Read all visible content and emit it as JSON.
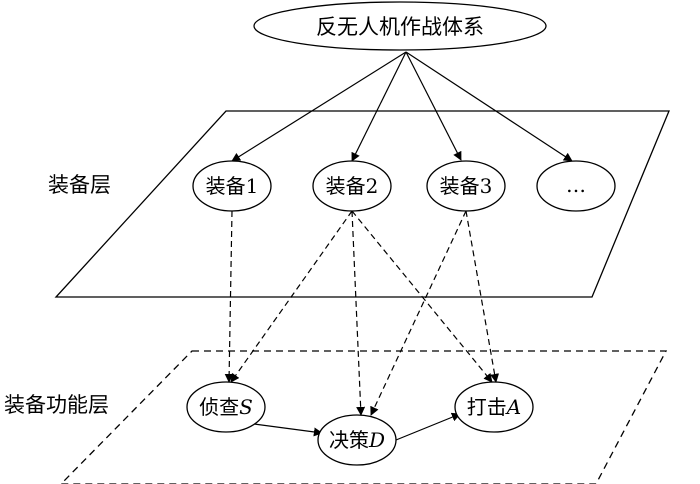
{
  "system": {
    "label": "反无人机作战体系"
  },
  "layers": {
    "equipment": "装备层",
    "function": "装备功能层"
  },
  "equipment_nodes": [
    {
      "label": "装备1"
    },
    {
      "label": "装备2"
    },
    {
      "label": "装备3"
    },
    {
      "label": "…"
    }
  ],
  "function_nodes": [
    {
      "name": "侦查",
      "symbol": "S"
    },
    {
      "name": "决策",
      "symbol": "D"
    },
    {
      "name": "打击",
      "symbol": "A"
    }
  ],
  "links": {
    "system_to_equipment": [
      0,
      1,
      2,
      3
    ],
    "equipment_to_function": [
      {
        "from": 0,
        "to": 0
      },
      {
        "from": 1,
        "to": 0
      },
      {
        "from": 1,
        "to": 1
      },
      {
        "from": 1,
        "to": 2
      },
      {
        "from": 2,
        "to": 1
      },
      {
        "from": 2,
        "to": 2
      }
    ],
    "function_flow": [
      {
        "from": 0,
        "to": 1
      },
      {
        "from": 1,
        "to": 2
      }
    ]
  }
}
